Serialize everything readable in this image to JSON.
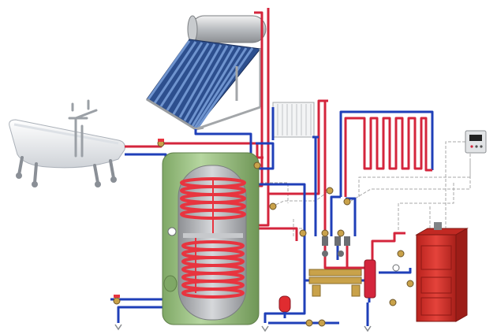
{
  "diagram": {
    "components": [
      {
        "id": "bathtub",
        "kind": "clawfoot bathtub with mixer tap"
      },
      {
        "id": "solar_collector",
        "kind": "evacuated tube solar water heater with top tank"
      },
      {
        "id": "radiator",
        "kind": "sectional panel radiator"
      },
      {
        "id": "underfloor_loop",
        "kind": "serpentine floor heating loop"
      },
      {
        "id": "thermostat",
        "kind": "wall room thermostat"
      },
      {
        "id": "storage_tank",
        "kind": "indirect hot water cylinder with two heating coils (cutaway)"
      },
      {
        "id": "manifold",
        "kind": "distribution manifold with pump groups"
      },
      {
        "id": "hydraulic_separator",
        "kind": "low-loss header / hydraulic separator"
      },
      {
        "id": "expansion_vessel",
        "kind": "expansion vessel"
      },
      {
        "id": "boiler",
        "kind": "solid fuel boiler"
      }
    ],
    "colors": {
      "supply": "#d4253c",
      "return": "#1f3fb8",
      "control_wiring": "#a8a8a8",
      "tank_shell": "#9cc283",
      "tank_inner": "#b5b7ba",
      "coil": "#e8343f",
      "boiler": "#d8322c",
      "manifold": "#c9a24a",
      "thermostat_display": "#222222"
    }
  }
}
